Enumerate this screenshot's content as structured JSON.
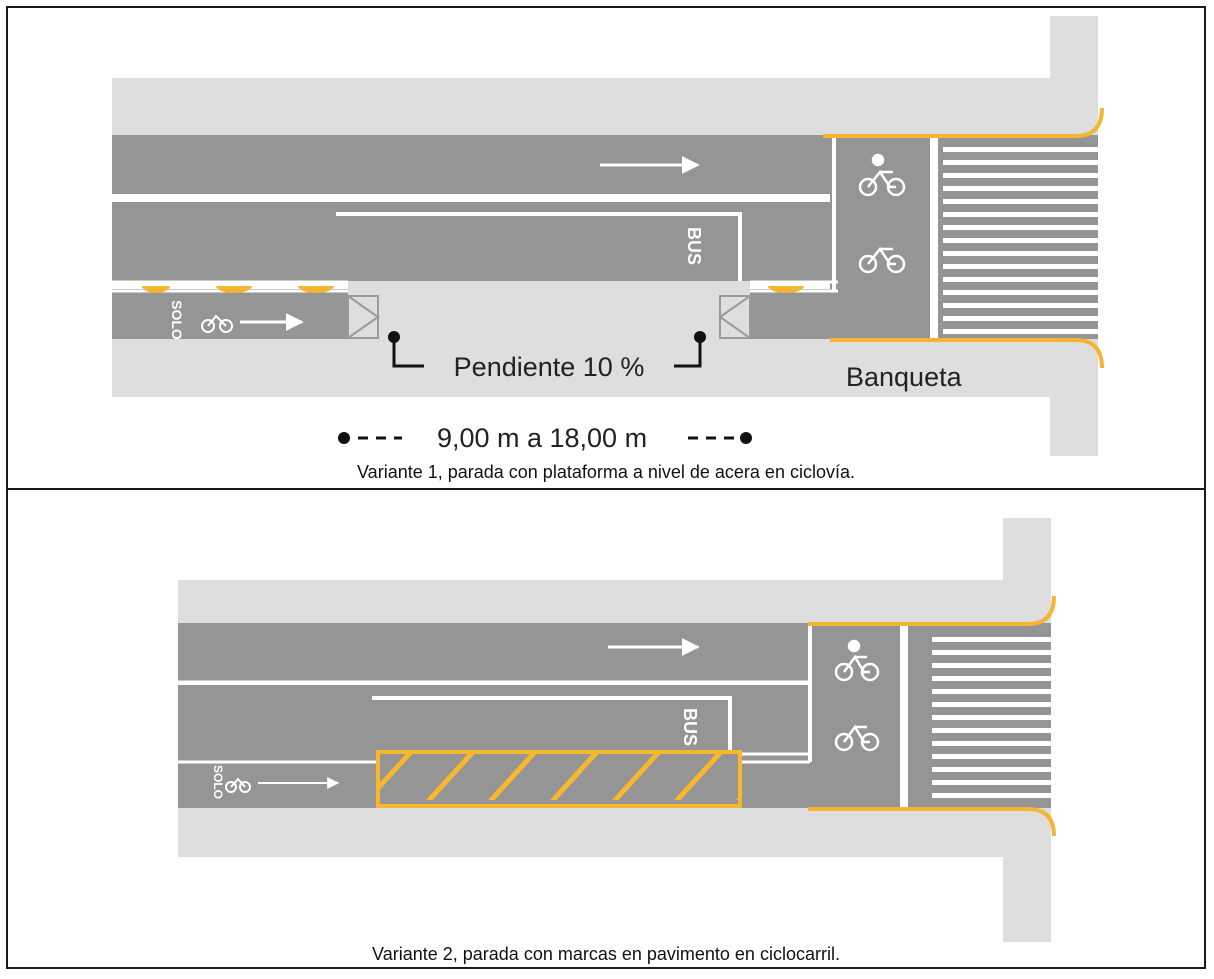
{
  "colors": {
    "sidewalk": "#dedede",
    "asphalt": "#959595",
    "marking": "#ffffff",
    "curb_yellow": "#f6b433",
    "hatch_yellow": "#f9b72d",
    "text": "#222222"
  },
  "variant1": {
    "caption": "Variante 1, parada con plataforma a nivel de acera en ciclovía.",
    "bus_marking": "BUS",
    "solo_marking": "SOLO",
    "slope_label": "Pendiente 10 %",
    "sidewalk_label": "Banqueta",
    "distance_label": "9,00 m a 18,00 m",
    "icons": [
      "arrow-icon",
      "bicycle-icon",
      "bicycle-icon",
      "bicycle-icon",
      "arrow-icon"
    ]
  },
  "variant2": {
    "caption": "Variante 2, parada con marcas en pavimento en ciclocarril.",
    "bus_marking": "BUS",
    "solo_marking": "SOLO",
    "icons": [
      "arrow-icon",
      "bicycle-icon",
      "bicycle-icon",
      "bicycle-icon",
      "arrow-icon"
    ]
  }
}
